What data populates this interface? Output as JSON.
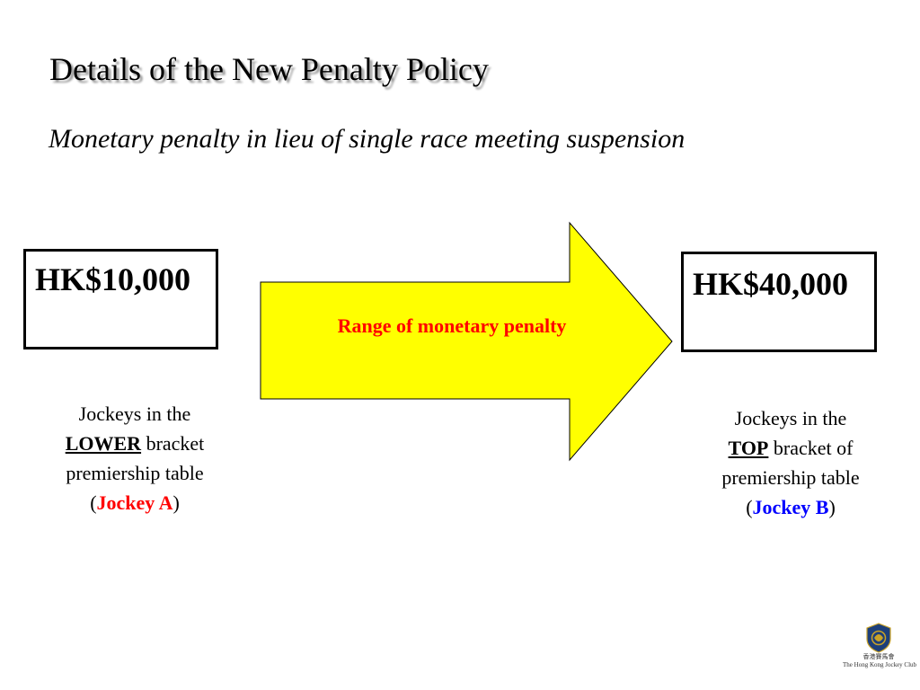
{
  "title": "Details of the New Penalty Policy",
  "subtitle": "Monetary penalty in lieu of single race meeting suspension",
  "arrow": {
    "label": "Range of monetary penalty",
    "fill_color": "#ffff00",
    "label_color": "#ff0000"
  },
  "lower": {
    "amount": "HK$10,000",
    "line1": "Jockeys in the",
    "emph": "LOWER",
    "line2_rest": "bracket",
    "line3": "premiership table",
    "jockey": "Jockey A",
    "jockey_color": "#ff0000"
  },
  "upper": {
    "amount": "HK$40,000",
    "line1": "Jockeys in the",
    "emph": "TOP",
    "line2_rest": "bracket of",
    "line3": "premiership table",
    "jockey": "Jockey B",
    "jockey_color": "#0000ff"
  },
  "logo": {
    "icon": "hkjc-emblem-icon",
    "chinese": "香港賽馬會",
    "english": "The Hong Kong Jockey Club"
  }
}
